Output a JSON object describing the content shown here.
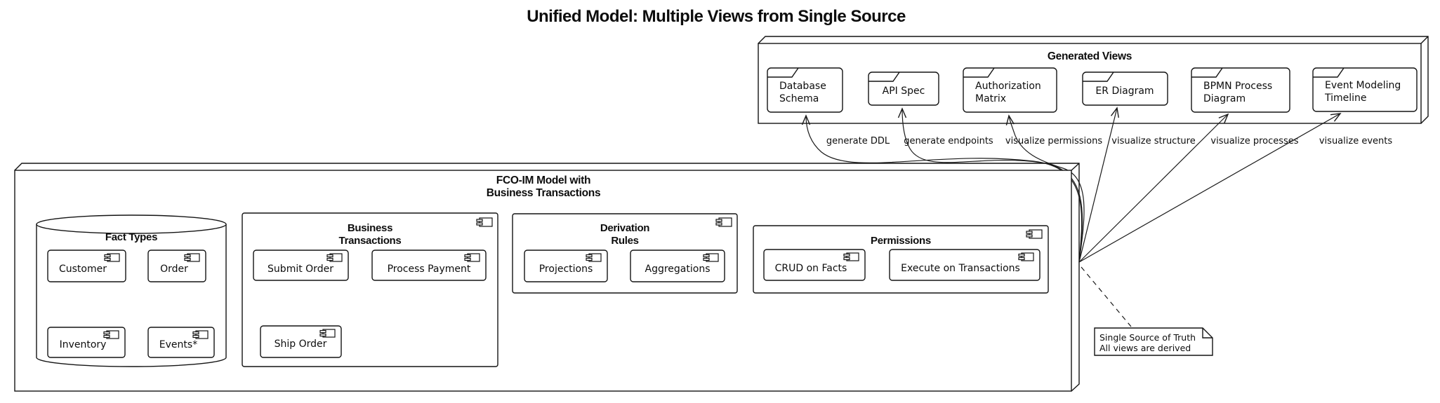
{
  "title": "Unified Model: Multiple Views from Single Source",
  "generated_views": {
    "title": "Generated Views",
    "items": [
      {
        "id": "database-schema",
        "lines": [
          "Database",
          "Schema"
        ]
      },
      {
        "id": "api-spec",
        "lines": [
          "API Spec"
        ]
      },
      {
        "id": "authorization-matrix",
        "lines": [
          "Authorization",
          "Matrix"
        ]
      },
      {
        "id": "er-diagram",
        "lines": [
          "ER Diagram"
        ]
      },
      {
        "id": "bpmn-process-diagram",
        "lines": [
          "BPMN Process",
          "Diagram"
        ]
      },
      {
        "id": "event-modeling-timeline",
        "lines": [
          "Event Modeling",
          "Timeline"
        ]
      }
    ]
  },
  "model": {
    "title_lines": [
      "FCO-IM Model with",
      "Business Transactions"
    ],
    "fact_types": {
      "title": "Fact Types",
      "items": [
        "Customer",
        "Order",
        "Inventory",
        "Events*"
      ]
    },
    "business_transactions": {
      "title_lines": [
        "Business",
        "Transactions"
      ],
      "items": [
        "Submit Order",
        "Process Payment",
        "Ship Order"
      ]
    },
    "derivation_rules": {
      "title_lines": [
        "Derivation",
        "Rules"
      ],
      "items": [
        "Projections",
        "Aggregations"
      ]
    },
    "permissions": {
      "title": "Permissions",
      "items": [
        "CRUD on Facts",
        "Execute on Transactions"
      ]
    }
  },
  "edges": {
    "labels": [
      "generate DDL",
      "generate endpoints",
      "visualize permissions",
      "visualize structure",
      "visualize processes",
      "visualize events"
    ]
  },
  "note": {
    "lines": [
      "Single Source of Truth",
      "All views are derived"
    ]
  },
  "colors": {
    "line": "#141414",
    "background": "#ffffff",
    "text": "#0d0d0d"
  }
}
